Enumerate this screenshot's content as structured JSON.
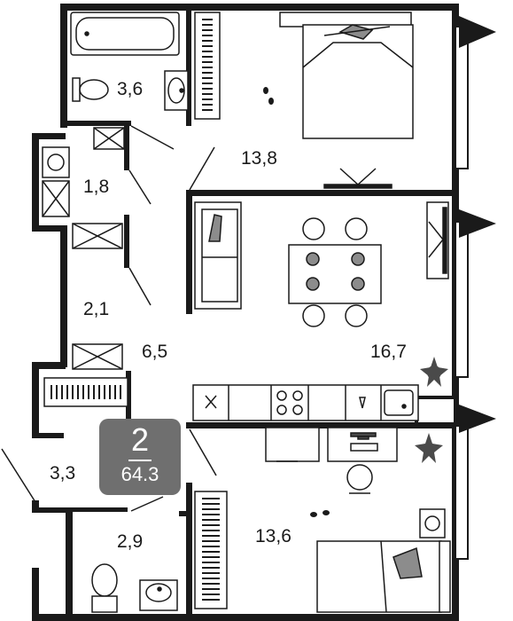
{
  "apartment": {
    "rooms_count": "2",
    "total_area": "64.3"
  },
  "rooms": {
    "bathroom_top": "3,6",
    "bedroom_top": "13,8",
    "utility": "1,8",
    "storage": "2,1",
    "hallway": "6,5",
    "living_kitchen": "16,7",
    "entry": "3,3",
    "bathroom_bottom": "2,9",
    "bedroom_bottom": "13,6"
  },
  "colors": {
    "wall": "#1a1a1a",
    "badge": "#6f6f6f",
    "furniture_accent": "#8c8c8c"
  }
}
